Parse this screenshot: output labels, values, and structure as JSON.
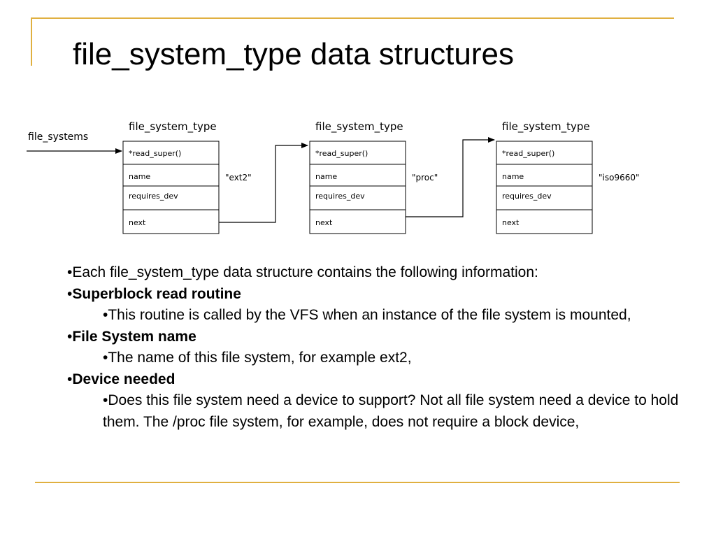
{
  "slide": {
    "title": "file_system_type data structures",
    "accent_color": "#E0B040"
  },
  "diagram": {
    "head_label": "file_systems",
    "structs": [
      {
        "title": "file_system_type",
        "fields": [
          "*read_super()",
          "name",
          "requires_dev",
          "next"
        ],
        "name_value": "\"ext2\""
      },
      {
        "title": "file_system_type",
        "fields": [
          "*read_super()",
          "name",
          "requires_dev",
          "next"
        ],
        "name_value": "\"proc\""
      },
      {
        "title": "file_system_type",
        "fields": [
          "*read_super()",
          "name",
          "requires_dev",
          "next"
        ],
        "name_value": "\"iso9660\""
      }
    ]
  },
  "bullets": [
    {
      "level": 1,
      "prefix": "•",
      "text": "Each file_system_type data structure contains the following information:",
      "bold": false
    },
    {
      "level": 1,
      "prefix": "•",
      "text": "Superblock read routine",
      "bold": true
    },
    {
      "level": 2,
      "prefix": "•",
      "text": "This routine is called by the VFS when an instance of the file system is mounted,",
      "bold": false
    },
    {
      "level": 1,
      "prefix": "•",
      "text": "File System name",
      "bold": true
    },
    {
      "level": 2,
      "prefix": "•",
      "text": "The name of this file system, for example ext2,",
      "bold": false
    },
    {
      "level": 1,
      "prefix": "•",
      "text": "Device needed",
      "bold": true
    },
    {
      "level": 2,
      "prefix": "•",
      "text": "Does this file system need a device to support? Not all file system need a device to hold them. The /proc file system, for example, does not require a block device,",
      "bold": false
    }
  ]
}
